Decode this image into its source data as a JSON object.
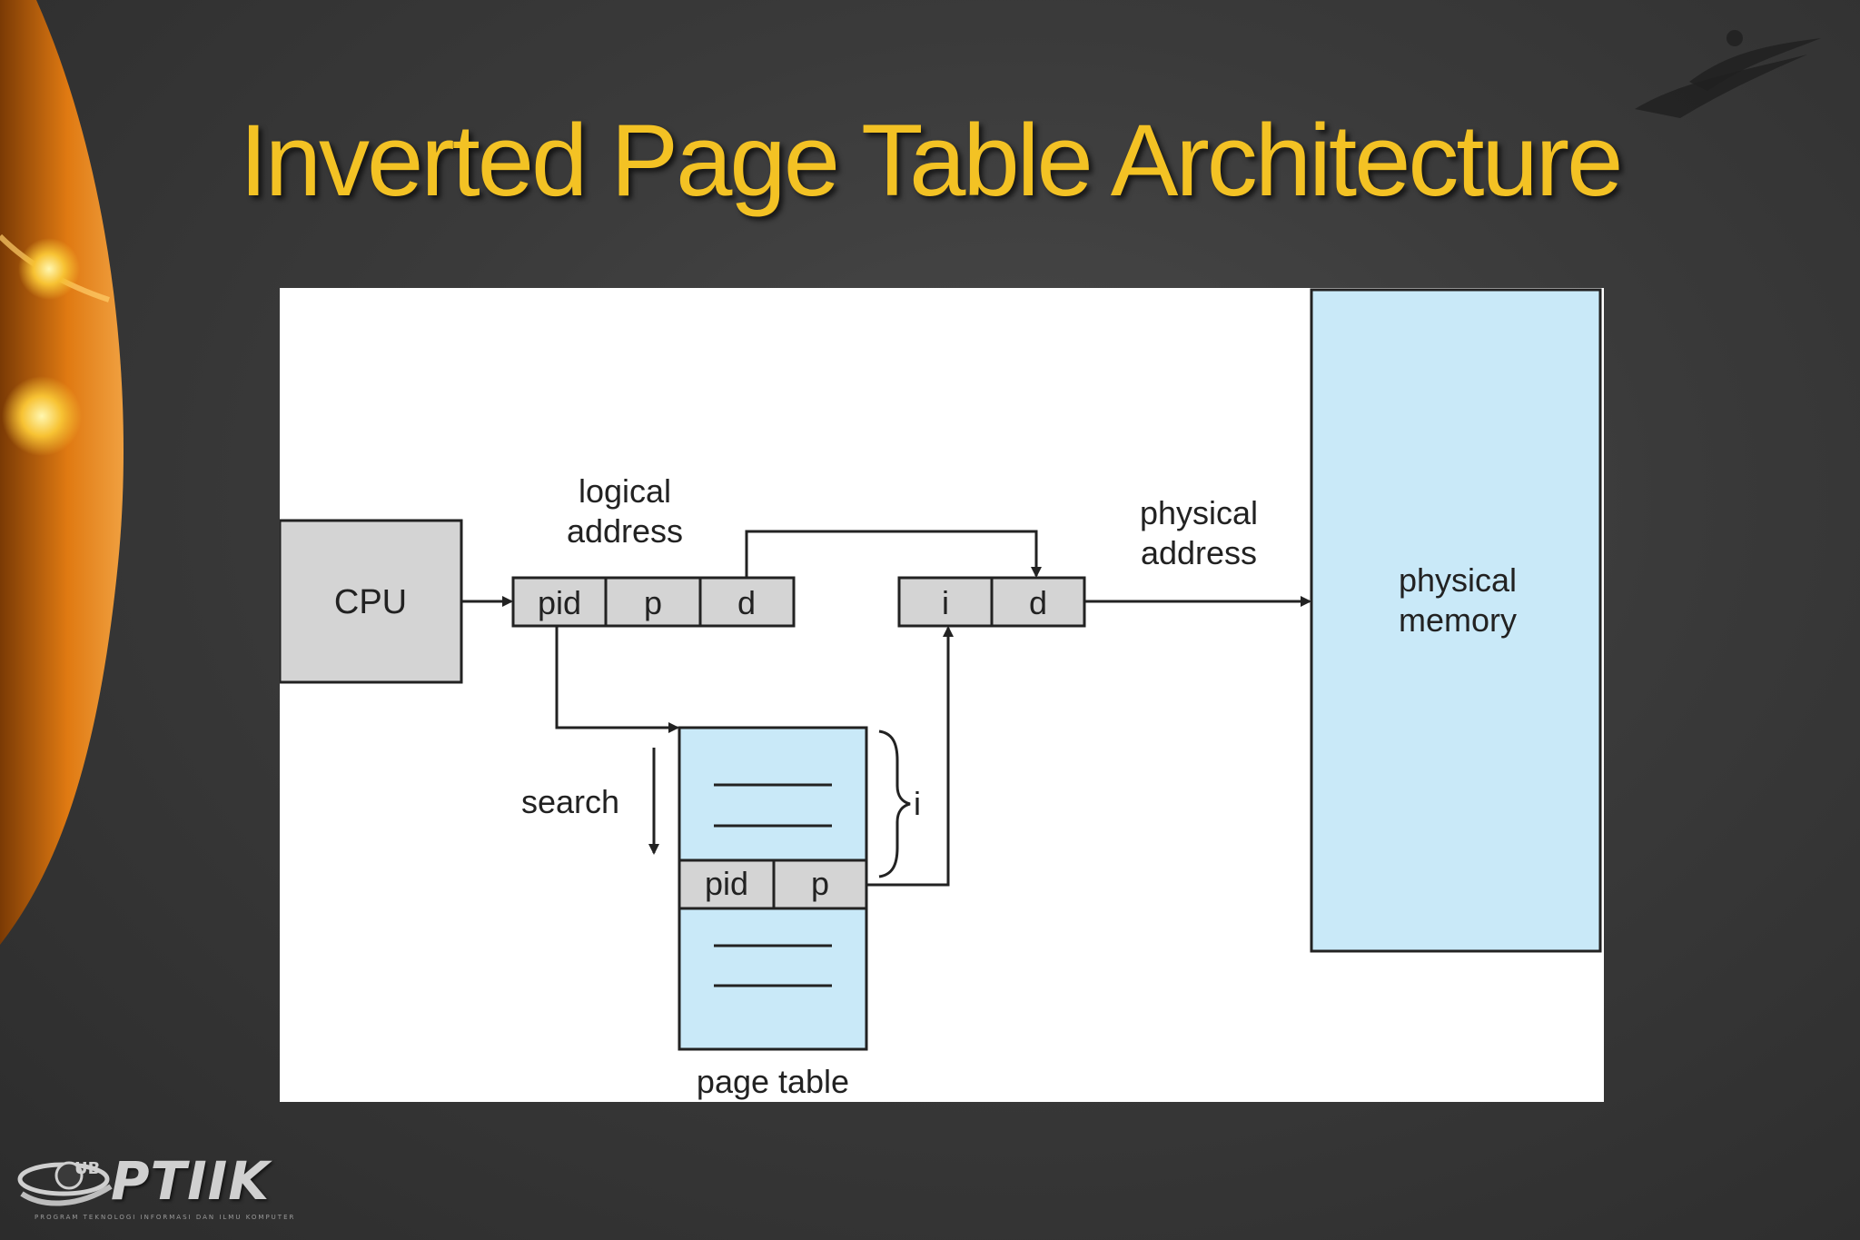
{
  "slide": {
    "title": "Inverted Page Table Architecture"
  },
  "diagram": {
    "cpu_label": "CPU",
    "logical_address_label_line1": "logical",
    "logical_address_label_line2": "address",
    "logical_fields": [
      "pid",
      "p",
      "d"
    ],
    "physical_fields": [
      "i",
      "d"
    ],
    "physical_address_label_line1": "physical",
    "physical_address_label_line2": "address",
    "physical_memory_label_line1": "physical",
    "physical_memory_label_line2": "memory",
    "search_label": "search",
    "page_table_entry_fields": [
      "pid",
      "p"
    ],
    "index_label": "i",
    "page_table_label": "page table"
  },
  "logo": {
    "name": "PTIIK",
    "badge": "UB",
    "tagline": "PROGRAM TEKNOLOGI INFORMASI DAN ILMU KOMPUTER"
  },
  "colors": {
    "title": "#f3c224",
    "box_gray": "#d4d4d4",
    "box_blue": "#c9e9f8",
    "accent_orange": "#e07a12"
  }
}
